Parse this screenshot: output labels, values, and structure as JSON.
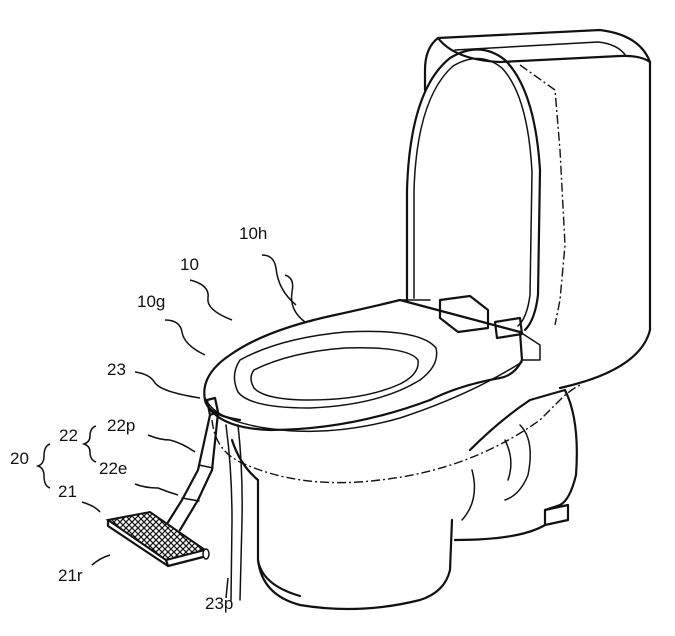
{
  "figure": {
    "labels": {
      "l10": "10",
      "l10h": "10h",
      "l10g": "10g",
      "l23": "23",
      "l22": "22",
      "l22p": "22p",
      "l20": "20",
      "l22e": "22e",
      "l21": "21",
      "l21r": "21r",
      "l23p": "23p"
    },
    "colors": {
      "ink": "#111111",
      "paper": "#ffffff"
    }
  }
}
